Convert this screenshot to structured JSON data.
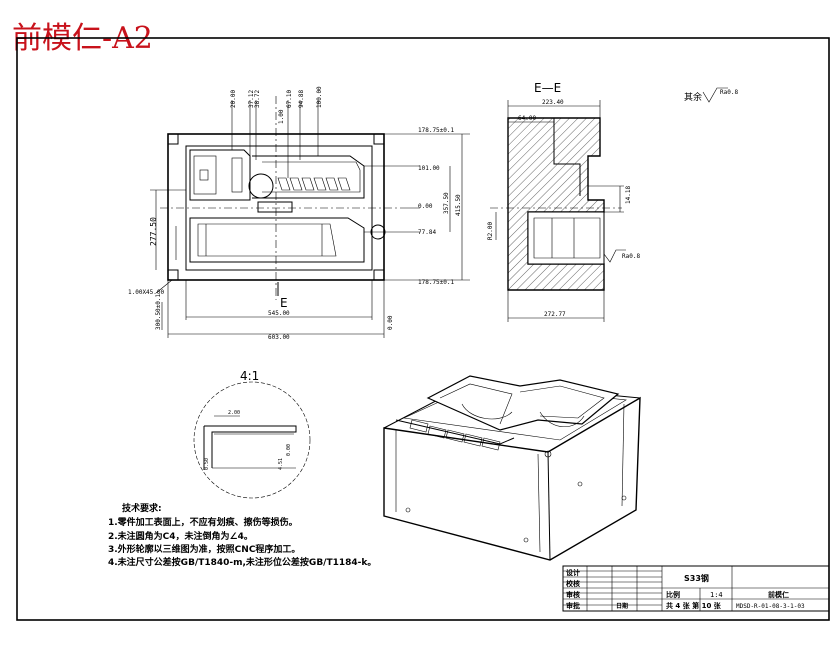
{
  "title": "前模仁-A2",
  "section_label": "E—E",
  "section_mark_bottom": "E",
  "detail_scale": "4:1",
  "roughness_rest_label": "其余",
  "roughness_rest_value": "Ra0.8",
  "roughness_local_value": "Ra0.8",
  "plan_view": {
    "top_dims": [
      "20.00",
      "37.12",
      "38.72",
      "67.10",
      "94.88",
      "100.00"
    ],
    "right_dims": [
      "178.75±0.1",
      "101.00",
      "0.00",
      "77.84",
      "178.75±0.1"
    ],
    "right_overall": "415.50",
    "right_inner": "357.50",
    "left_dim": "277.50",
    "datum_label": "1.00X45.00",
    "bottom_left": "300.50±0.1",
    "bottom_inner": "545.00",
    "bottom_overall": "603.00",
    "bottom_right": "0.00",
    "center_mark": "1.00"
  },
  "section_view": {
    "top_overall": "223.40",
    "top_inner": "64.00",
    "right_dim": "14.18",
    "left_dim": "R2.00",
    "bottom_dim": "272.77"
  },
  "detail_view": {
    "dims": [
      "2.00",
      "0.50",
      "4.51",
      "0.00"
    ]
  },
  "tech_requirements": {
    "heading": "技术要求:",
    "items": [
      "1.零件加工表面上，不应有划痕、擦伤等损伤。",
      "2.未注圆角为C4，未注倒角为∠4。",
      "3.外形轮廓以三维图为准，按照CNC程序加工。",
      "4.未注尺寸公差按GB/T1840-m,未注形位公差按GB/T1184-k。"
    ]
  },
  "title_block": {
    "designer_label": "设计",
    "checker_label": "校核",
    "review_label": "审核",
    "approve_label": "审批",
    "date_label": "日期",
    "material": "S33钢",
    "scale_label": "比例",
    "scale_value": "1:4",
    "part_name": "前模仁",
    "sheet_info": "共 4 张 第 10 张",
    "drawing_number": "MDSD-R-01-08-3-1-03"
  },
  "colors": {
    "title": "#c8121b",
    "lines": "#000000",
    "background": "#ffffff"
  }
}
